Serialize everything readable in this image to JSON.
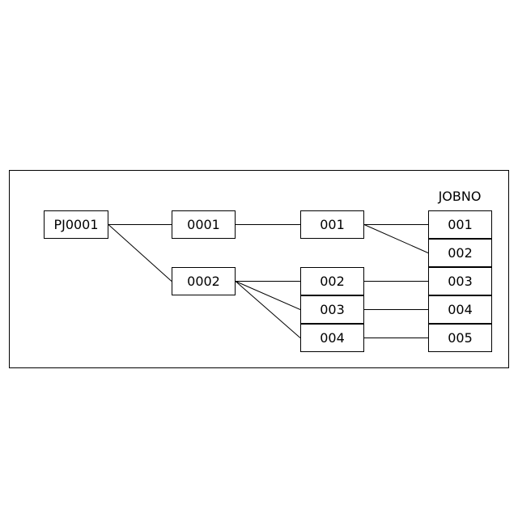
{
  "diagram": {
    "title": "",
    "columns": [
      "",
      "",
      "",
      "JOBNO"
    ],
    "nodes": [
      {
        "id": "pj",
        "col": 0,
        "row": 0,
        "label": "PJ0001"
      },
      {
        "id": "c1",
        "col": 1,
        "row": 0,
        "label": "0001"
      },
      {
        "id": "c2",
        "col": 1,
        "row": 2,
        "label": "0002"
      },
      {
        "id": "s1",
        "col": 2,
        "row": 0,
        "label": "001"
      },
      {
        "id": "s2",
        "col": 2,
        "row": 2,
        "label": "002"
      },
      {
        "id": "s3",
        "col": 2,
        "row": 3,
        "label": "003"
      },
      {
        "id": "s4",
        "col": 2,
        "row": 4,
        "label": "004"
      },
      {
        "id": "j1",
        "col": 3,
        "row": 0,
        "label": "001"
      },
      {
        "id": "j2",
        "col": 3,
        "row": 1,
        "label": "002"
      },
      {
        "id": "j3",
        "col": 3,
        "row": 2,
        "label": "003"
      },
      {
        "id": "j4",
        "col": 3,
        "row": 3,
        "label": "004"
      },
      {
        "id": "j5",
        "col": 3,
        "row": 4,
        "label": "005"
      }
    ],
    "edges": [
      [
        "pj",
        "c1"
      ],
      [
        "pj",
        "c2"
      ],
      [
        "c1",
        "s1"
      ],
      [
        "c2",
        "s2"
      ],
      [
        "c2",
        "s3"
      ],
      [
        "c2",
        "s4"
      ],
      [
        "s1",
        "j1"
      ],
      [
        "s1",
        "j2"
      ],
      [
        "s2",
        "j3"
      ],
      [
        "s3",
        "j4"
      ],
      [
        "s4",
        "j5"
      ]
    ]
  }
}
